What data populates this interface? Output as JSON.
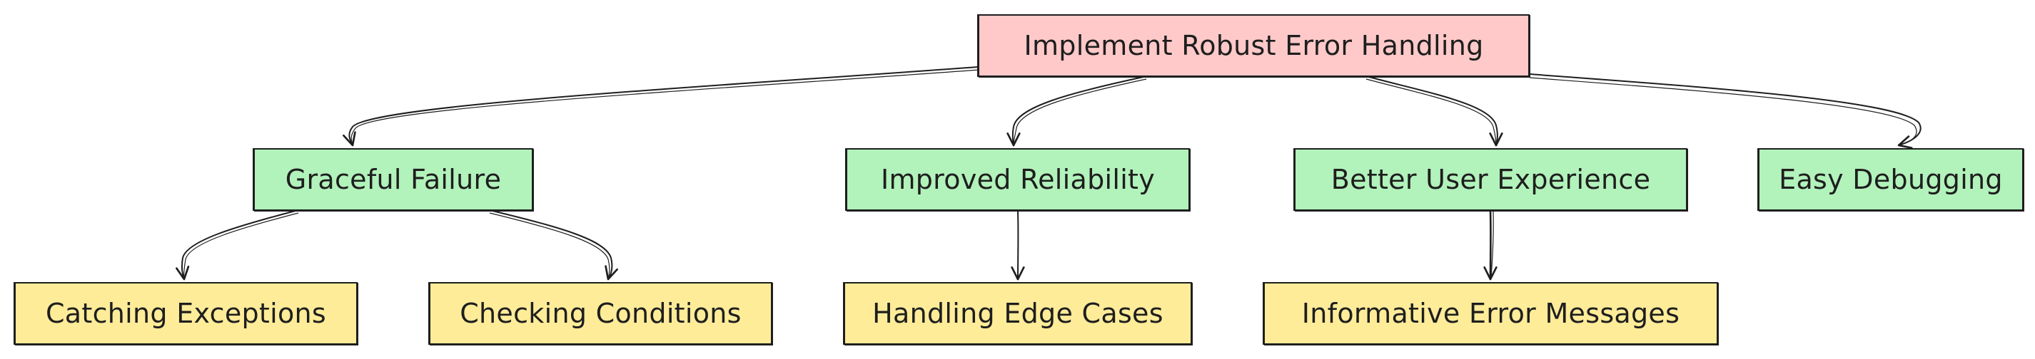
{
  "diagram": {
    "root": {
      "label": "Implement Robust Error Handling"
    },
    "benefits": [
      {
        "label": "Graceful Failure"
      },
      {
        "label": "Improved Reliability"
      },
      {
        "label": "Better User Experience"
      },
      {
        "label": "Easy Debugging"
      }
    ],
    "techniques": [
      {
        "label": "Catching Exceptions"
      },
      {
        "label": "Checking Conditions"
      },
      {
        "label": "Handling Edge Cases"
      },
      {
        "label": "Informative Error Messages"
      }
    ],
    "colors": {
      "root_fill": "#ffc9c9",
      "benefit_fill": "#b2f2bb",
      "technique_fill": "#ffec99",
      "stroke": "#1e1e1e"
    }
  }
}
